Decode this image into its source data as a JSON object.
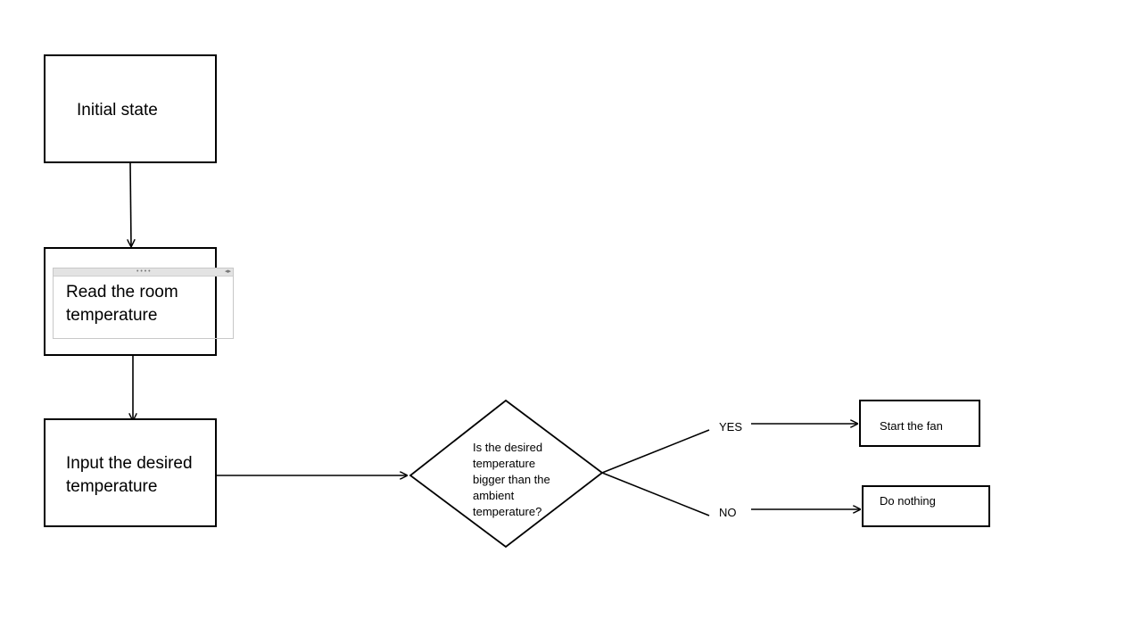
{
  "nodes": {
    "initial": {
      "text": "Initial state"
    },
    "read": {
      "line1": "Read the room",
      "line2": "temperature"
    },
    "input": {
      "line1": "Input the desired",
      "line2": "temperature"
    },
    "decision": {
      "line1": "Is the desired",
      "line2": "temperature",
      "line3": "bigger than the",
      "line4": "ambient",
      "line5": "temperature?"
    },
    "start_fan": {
      "text": "Start the fan"
    },
    "do_nothing": {
      "text": "Do nothing"
    }
  },
  "edges": {
    "yes_label": "YES",
    "no_label": "NO"
  },
  "colors": {
    "stroke": "#000000",
    "background": "#ffffff",
    "selection": "#c8c8c8"
  },
  "icons": {
    "textbox_grip": "grip-dots-icon",
    "textbox_resize": "resize-arrows-icon"
  }
}
